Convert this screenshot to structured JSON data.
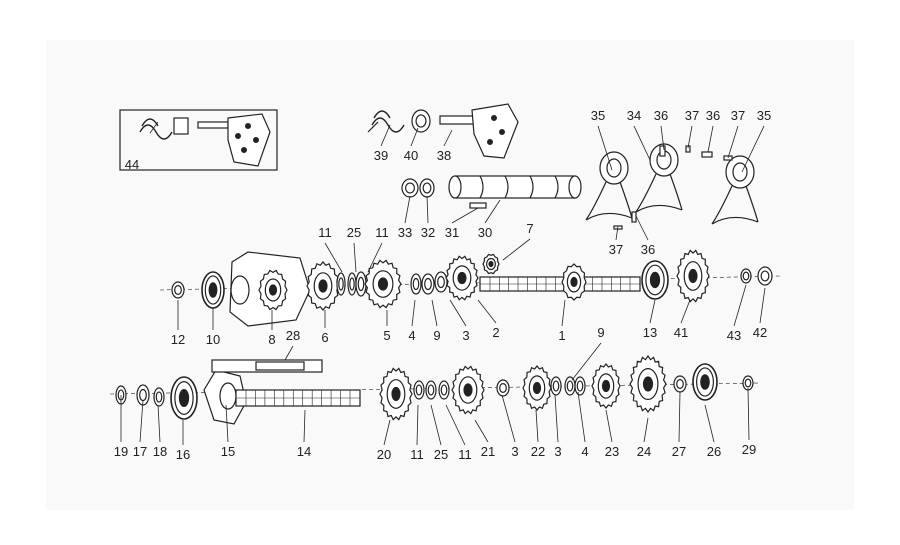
{
  "colors": {
    "ink": "#222222",
    "paper": "#ffffff",
    "halo": "#f4f4f4"
  },
  "callouts": [
    {
      "id": "44",
      "text": "44"
    },
    {
      "id": "39",
      "text": "39"
    },
    {
      "id": "40",
      "text": "40"
    },
    {
      "id": "38",
      "text": "38"
    },
    {
      "id": "35a",
      "text": "35"
    },
    {
      "id": "34",
      "text": "34"
    },
    {
      "id": "36a",
      "text": "36"
    },
    {
      "id": "37a",
      "text": "37"
    },
    {
      "id": "36b",
      "text": "36"
    },
    {
      "id": "37b",
      "text": "37"
    },
    {
      "id": "35b",
      "text": "35"
    },
    {
      "id": "33",
      "text": "33"
    },
    {
      "id": "32",
      "text": "32"
    },
    {
      "id": "31",
      "text": "31"
    },
    {
      "id": "30",
      "text": "30"
    },
    {
      "id": "37c",
      "text": "37"
    },
    {
      "id": "36c",
      "text": "36"
    },
    {
      "id": "11a",
      "text": "11"
    },
    {
      "id": "25a",
      "text": "25"
    },
    {
      "id": "11b",
      "text": "11"
    },
    {
      "id": "7",
      "text": "7"
    },
    {
      "id": "12",
      "text": "12"
    },
    {
      "id": "10",
      "text": "10"
    },
    {
      "id": "8",
      "text": "8"
    },
    {
      "id": "6",
      "text": "6"
    },
    {
      "id": "5",
      "text": "5"
    },
    {
      "id": "4a",
      "text": "4"
    },
    {
      "id": "9a",
      "text": "9"
    },
    {
      "id": "3a",
      "text": "3"
    },
    {
      "id": "2",
      "text": "2"
    },
    {
      "id": "1",
      "text": "1"
    },
    {
      "id": "13",
      "text": "13"
    },
    {
      "id": "41",
      "text": "41"
    },
    {
      "id": "43",
      "text": "43"
    },
    {
      "id": "42",
      "text": "42"
    },
    {
      "id": "28",
      "text": "28"
    },
    {
      "id": "9b",
      "text": "9"
    },
    {
      "id": "19",
      "text": "19"
    },
    {
      "id": "17",
      "text": "17"
    },
    {
      "id": "18",
      "text": "18"
    },
    {
      "id": "16",
      "text": "16"
    },
    {
      "id": "15",
      "text": "15"
    },
    {
      "id": "14",
      "text": "14"
    },
    {
      "id": "20",
      "text": "20"
    },
    {
      "id": "11c",
      "text": "11"
    },
    {
      "id": "25b",
      "text": "25"
    },
    {
      "id": "11d",
      "text": "11"
    },
    {
      "id": "21",
      "text": "21"
    },
    {
      "id": "3b",
      "text": "3"
    },
    {
      "id": "22",
      "text": "22"
    },
    {
      "id": "3c",
      "text": "3"
    },
    {
      "id": "4b",
      "text": "4"
    },
    {
      "id": "23",
      "text": "23"
    },
    {
      "id": "24",
      "text": "24"
    },
    {
      "id": "27",
      "text": "27"
    },
    {
      "id": "26",
      "text": "26"
    },
    {
      "id": "29",
      "text": "29"
    }
  ]
}
